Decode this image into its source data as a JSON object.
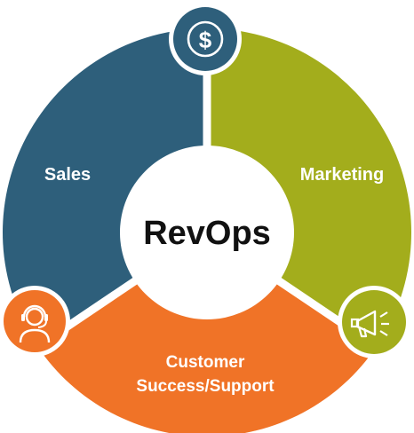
{
  "center": {
    "label": "RevOps"
  },
  "segments": [
    {
      "id": "sales",
      "label_lines": [
        "Sales"
      ],
      "color": "#2e5f7b",
      "icon": "dollar-icon"
    },
    {
      "id": "marketing",
      "label_lines": [
        "Marketing"
      ],
      "color": "#a3ad1c",
      "icon": "megaphone-icon"
    },
    {
      "id": "support",
      "label_lines": [
        "Customer",
        "Success/Support"
      ],
      "color": "#f07327",
      "icon": "headset-user-icon"
    }
  ],
  "colors": {
    "background": "#ffffff",
    "center_fill": "#ffffff",
    "center_text": "#111111",
    "separator": "#ffffff"
  }
}
